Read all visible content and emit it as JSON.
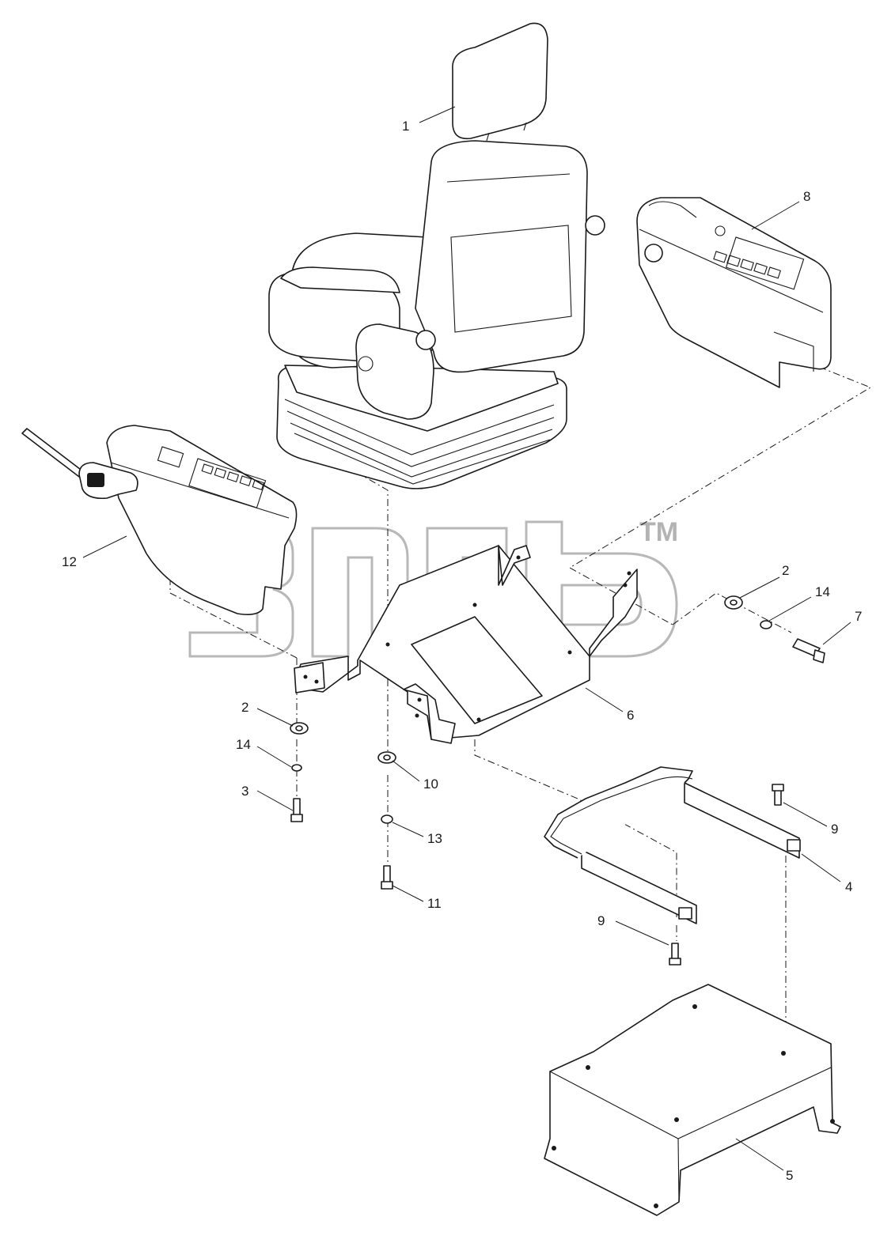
{
  "diagram": {
    "watermark_mark": "TM",
    "callouts": [
      {
        "id": "1",
        "label": "1"
      },
      {
        "id": "8",
        "label": "8"
      },
      {
        "id": "12",
        "label": "12"
      },
      {
        "id": "2a",
        "label": "2"
      },
      {
        "id": "14a",
        "label": "14"
      },
      {
        "id": "7",
        "label": "7"
      },
      {
        "id": "6",
        "label": "6"
      },
      {
        "id": "2b",
        "label": "2"
      },
      {
        "id": "14b",
        "label": "14"
      },
      {
        "id": "3",
        "label": "3"
      },
      {
        "id": "10",
        "label": "10"
      },
      {
        "id": "13",
        "label": "13"
      },
      {
        "id": "11",
        "label": "11"
      },
      {
        "id": "9a",
        "label": "9"
      },
      {
        "id": "4",
        "label": "4"
      },
      {
        "id": "9b",
        "label": "9"
      },
      {
        "id": "5",
        "label": "5"
      }
    ]
  }
}
